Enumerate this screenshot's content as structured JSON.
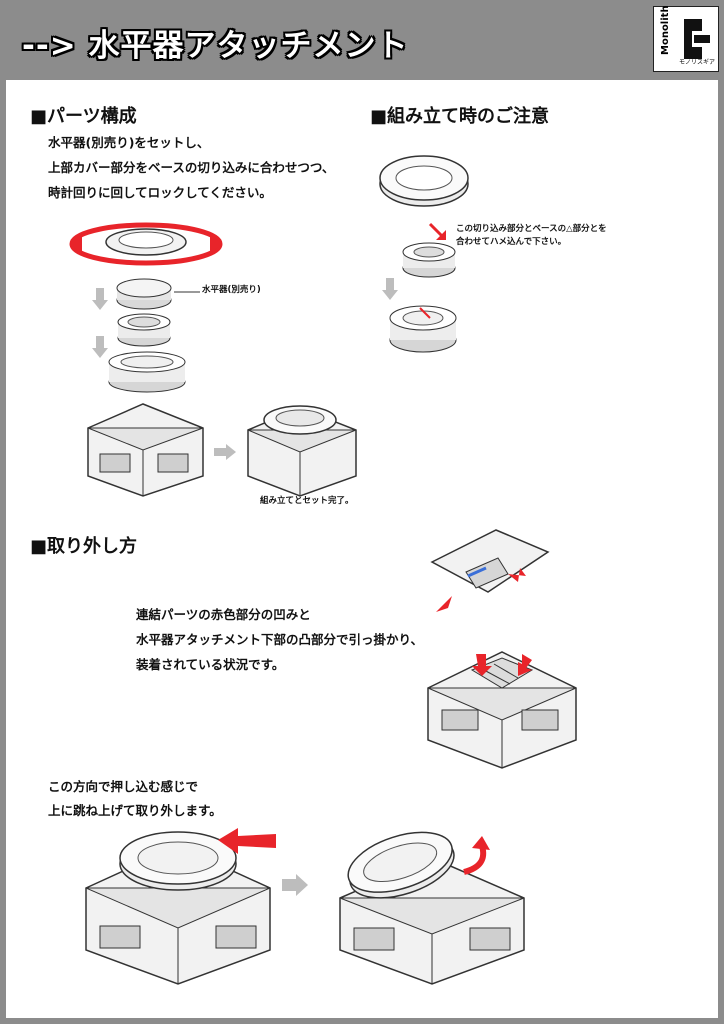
{
  "header": {
    "title": "--> 水平器アタッチメント",
    "logo_text": "Monolith",
    "logo_sub": "モノリスギア"
  },
  "sections": {
    "parts": {
      "heading": "■パーツ構成",
      "lines": [
        "水平器(別売り)をセットし、",
        "上部カバー部分をベースの切り込みに合わせつつ、",
        "時計回りに回してロックしてください。"
      ],
      "label_level": "水平器(別売り)",
      "caption_done": "組み立てとセット完了。"
    },
    "caution": {
      "heading": "■組み立て時のご注意",
      "note_lines": [
        "この切り込み部分とベースの△部分とを",
        "合わせてハメ込んで下さい。"
      ]
    },
    "removal": {
      "heading": "■取り外し方",
      "lines": [
        "連結パーツの赤色部分の凹みと",
        "水平器アタッチメント下部の凸部分で引っ掛かり、",
        "装着されている状況です。"
      ],
      "lines2": [
        "この方向で押し込む感じで",
        "上に跳ね上げて取り外します。"
      ]
    }
  },
  "colors": {
    "accent_red": "#e8242a",
    "arrow_gray": "#bdbdbd",
    "header_gray": "#8c8c8c"
  }
}
